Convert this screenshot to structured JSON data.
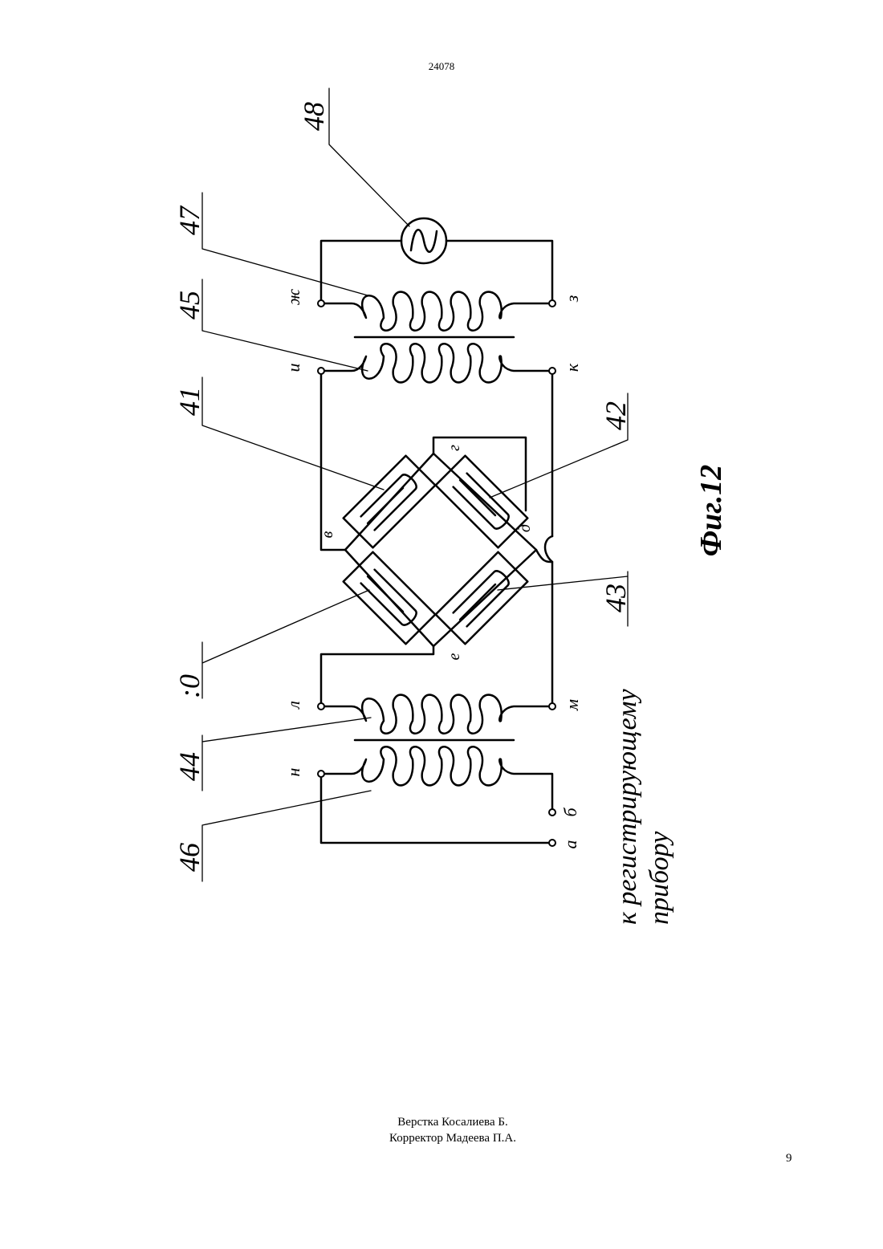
{
  "header": {
    "doc_number": "24078"
  },
  "figure": {
    "caption": "Фиг.12",
    "output_note": [
      "к регистрирующему",
      "прибору"
    ],
    "callouts": [
      "48",
      "47",
      "45",
      "41",
      "42",
      "43",
      ":0",
      "44",
      "46"
    ],
    "terminals": {
      "zh": "ж",
      "z": "з",
      "i": "и",
      "k": "к",
      "l": "л",
      "m": "м",
      "n": "н",
      "a": "а",
      "b": "б"
    },
    "bridge_nodes": {
      "v": "в",
      "g": "г",
      "d": "д",
      "e": "е"
    }
  },
  "footer": {
    "layout_line": "Верстка Косалиева Б.",
    "corrector_line": "Корректор Мадеева П.А.",
    "page_number": "9"
  }
}
